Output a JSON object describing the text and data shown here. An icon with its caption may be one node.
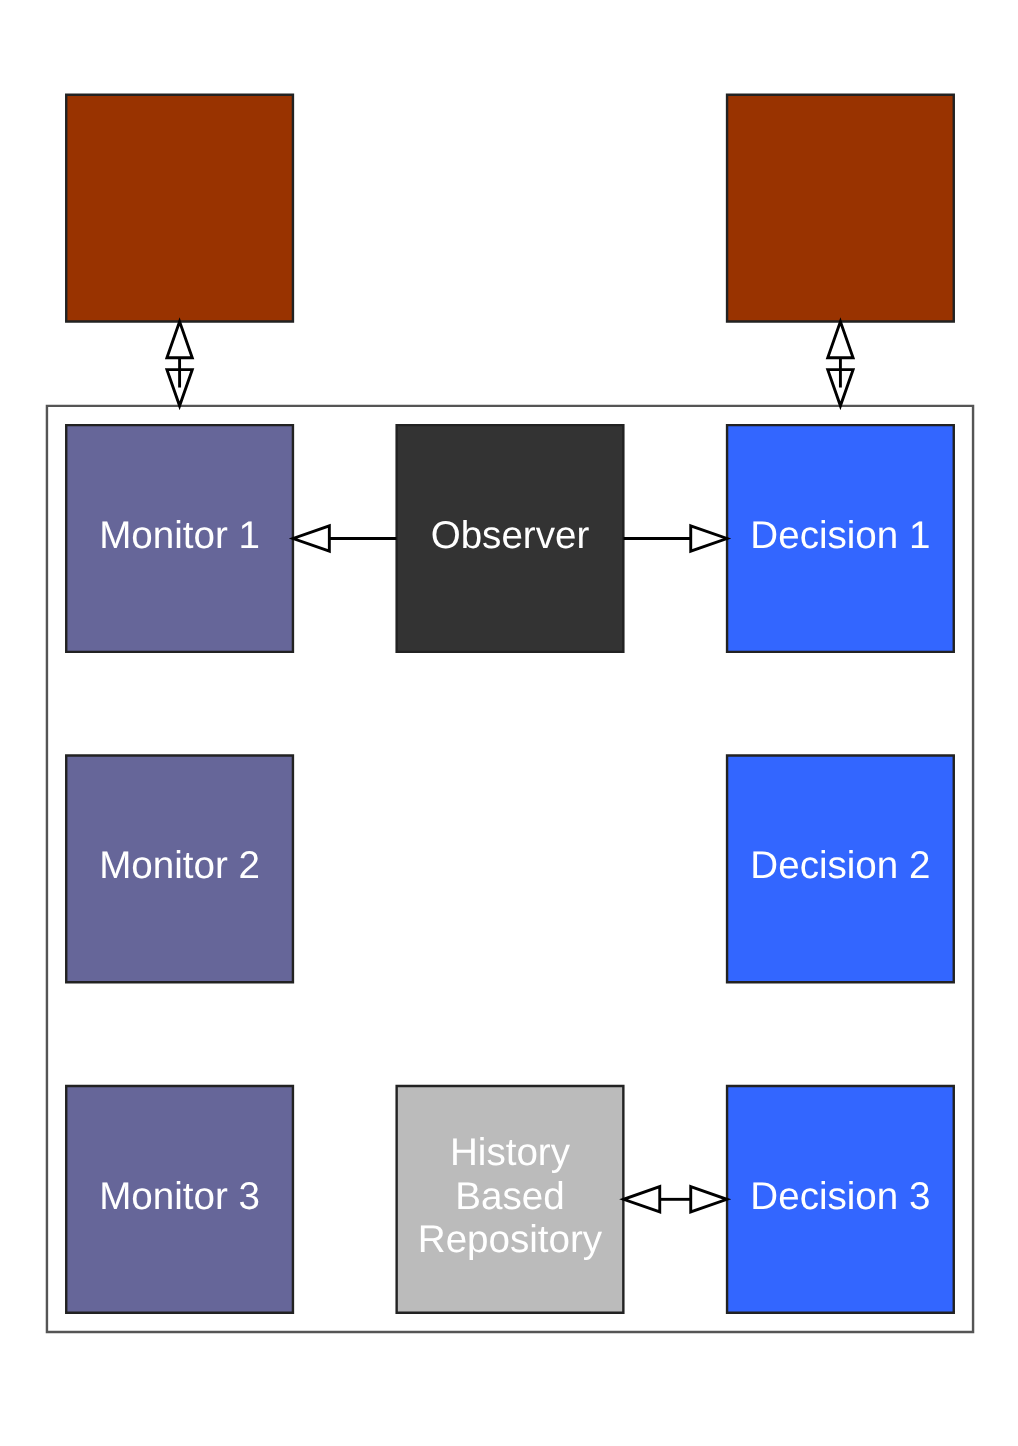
{
  "diagram": {
    "nodes": [
      {
        "text": [],
        "shape": "box"
      },
      {
        "text": [],
        "shape": "box"
      },
      {
        "text": [],
        "shape": "box"
      },
      {
        "text": [
          "Monitor 1"
        ],
        "in": 2
      },
      {
        "text": [
          "Observer"
        ],
        "in": 2
      },
      {
        "text": [
          "Decision 1"
        ],
        "in": 2
      },
      {
        "text": [
          "Monitor 2"
        ],
        "in": 2
      },
      {
        "text": [
          "Decision 2"
        ],
        "in": 2
      },
      {
        "text": [
          "Monitor 3"
        ],
        "in": 2
      },
      {
        "text": [
          "History Based Repository"
        ],
        "in": 2
      },
      {
        "text": [
          "Decision 3"
        ],
        "in": 2
      }
    ],
    "edges": [
      {
        "from": 0,
        "to": 2,
        "arrow": "both"
      },
      {
        "from": 1,
        "to": 2,
        "arrow": "both"
      },
      {
        "from": 4,
        "to": 3,
        "arrow": "to"
      },
      {
        "from": 4,
        "to": 5,
        "arrow": "to"
      },
      {
        "from": 9,
        "to": 10,
        "arrow": "both"
      }
    ]
  }
}
